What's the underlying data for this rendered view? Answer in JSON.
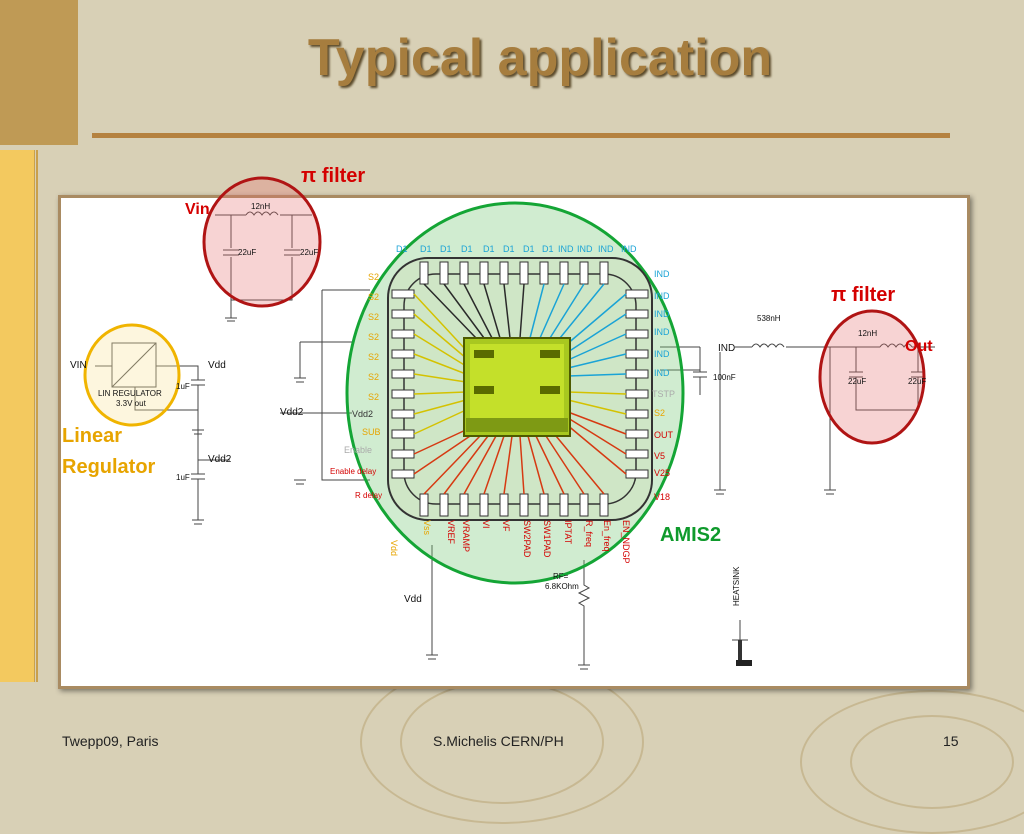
{
  "slide": {
    "title": "Typical application",
    "footer_left": "Twepp09, Paris",
    "footer_center": "S.Michelis CERN/PH",
    "page_number": "15"
  },
  "callouts": {
    "pi_filter_top": "π filter",
    "pi_filter_right": "π filter",
    "linear_regulator_line1": "Linear",
    "linear_regulator_line2": "Regulator",
    "amis2": "AMIS2",
    "vin_red": "Vin",
    "out_red": "Out"
  },
  "schematic": {
    "in_filter": {
      "inductor": "12nH",
      "cap1": "22uF",
      "cap2": "22uF"
    },
    "out_filter": {
      "inductor": "12nH",
      "cap1": "22uF",
      "cap2": "22uF"
    },
    "series_inductor": "538nH",
    "ind_net": "IND",
    "cap_100nF": "100nF",
    "regulator": {
      "line1": "LIN REGULATOR",
      "line2": "3.3V out",
      "vin": "VIN",
      "vdd": "Vdd",
      "vdd2": "Vdd2",
      "cap1": "1uF",
      "cap2": "1uF"
    },
    "vdd2_net": "Vdd2",
    "vdd_bottom": "Vdd",
    "rf": "RF=",
    "rf_value": "6.8KOhm",
    "heatsink": "HEATSINK",
    "top_pins": [
      "D1",
      "D1",
      "D1",
      "D1",
      "D1",
      "D1",
      "D1",
      "D1",
      "IND",
      "IND",
      "IND",
      "IND"
    ],
    "left_pins": [
      "S2",
      "S2",
      "S2",
      "S2",
      "S2",
      "S2",
      "S2",
      "Vdd2",
      "SUB",
      "Enable",
      "Enable delay",
      "R delay"
    ],
    "right_pins": [
      "IND",
      "IND",
      "IND",
      "IND",
      "IND",
      "IND",
      "TSTP",
      "S2",
      "OUT",
      "V5",
      "V25",
      "V18"
    ],
    "bottom_pins": [
      "Vdd",
      "Vss",
      "VREF",
      "VRAMP",
      "VI",
      "VF",
      "SW2PAD",
      "SW1PAD",
      "IPTAT",
      "R_freq",
      "En_freq",
      "EN_NDGP"
    ]
  },
  "colors": {
    "background": "#d8d0b6",
    "accent_gold": "#bf9a55",
    "left_bar": "#f3c95f",
    "title_color": "#a67d3e",
    "pi_filter_red": "#d40000",
    "amis_green": "#0f9a2c",
    "regulator_yellow": "#e7a400"
  }
}
